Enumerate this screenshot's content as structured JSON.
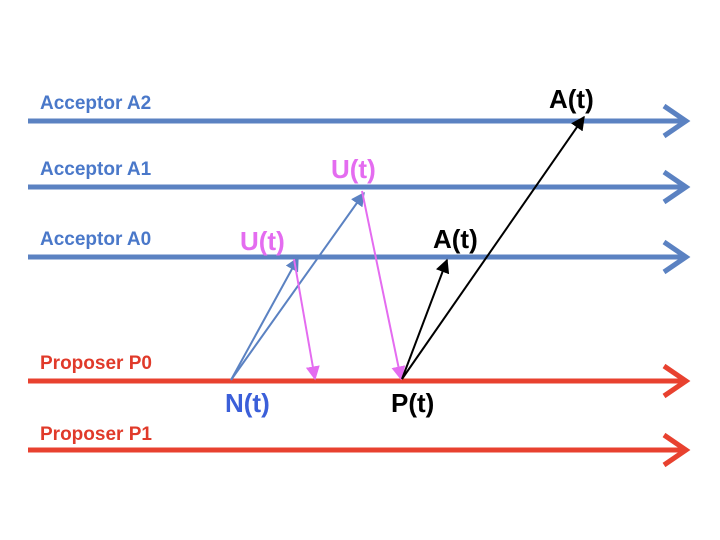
{
  "colors": {
    "acceptor": "#5b82c2",
    "acceptor_label": "#4a78c9",
    "proposer": "#e8412f",
    "proposer_label": "#e03a2a",
    "nack_label": "#3b5fd9",
    "update": "#e46cf0",
    "update_label": "#e46cf0",
    "accept": "#000000"
  },
  "lanes": {
    "acceptor_a2": "Acceptor A2",
    "acceptor_a1": "Acceptor A1",
    "acceptor_a0": "Acceptor A0",
    "proposer_p0": "Proposer P0",
    "proposer_p1": "Proposer P1"
  },
  "messages": {
    "n": "N(t)",
    "u_a0": "U(t)",
    "u_a1": "U(t)",
    "p": "P(t)",
    "a_a0": "A(t)",
    "a_a2": "A(t)"
  }
}
